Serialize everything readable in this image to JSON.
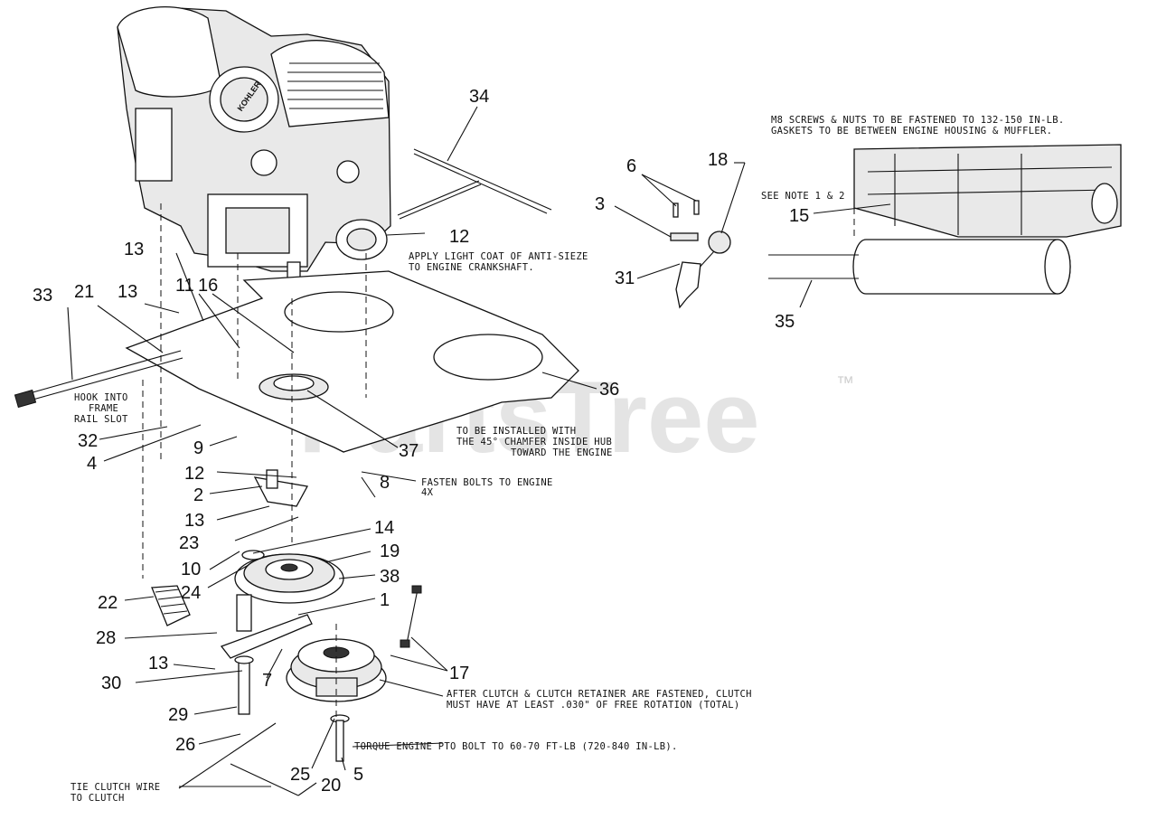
{
  "watermark": {
    "brand": "PartsTree",
    "trademark": "™"
  },
  "callouts": [
    {
      "id": "c1",
      "text": "1"
    },
    {
      "id": "c2",
      "text": "2"
    },
    {
      "id": "c3",
      "text": "3"
    },
    {
      "id": "c4",
      "text": "4"
    },
    {
      "id": "c5",
      "text": "5"
    },
    {
      "id": "c6",
      "text": "6"
    },
    {
      "id": "c7",
      "text": "7"
    },
    {
      "id": "c8",
      "text": "8"
    },
    {
      "id": "c9",
      "text": "9"
    },
    {
      "id": "c10",
      "text": "10"
    },
    {
      "id": "c11",
      "text": "11"
    },
    {
      "id": "c12a",
      "text": "12"
    },
    {
      "id": "c12b",
      "text": "12"
    },
    {
      "id": "c13a",
      "text": "13"
    },
    {
      "id": "c13b",
      "text": "13"
    },
    {
      "id": "c13c",
      "text": "13"
    },
    {
      "id": "c13d",
      "text": "13"
    },
    {
      "id": "c14",
      "text": "14"
    },
    {
      "id": "c15",
      "text": "15"
    },
    {
      "id": "c16",
      "text": "16"
    },
    {
      "id": "c17",
      "text": "17"
    },
    {
      "id": "c18",
      "text": "18"
    },
    {
      "id": "c19",
      "text": "19"
    },
    {
      "id": "c20",
      "text": "20"
    },
    {
      "id": "c21",
      "text": "21"
    },
    {
      "id": "c22",
      "text": "22"
    },
    {
      "id": "c23",
      "text": "23"
    },
    {
      "id": "c24",
      "text": "24"
    },
    {
      "id": "c25",
      "text": "25"
    },
    {
      "id": "c26",
      "text": "26"
    },
    {
      "id": "c28",
      "text": "28"
    },
    {
      "id": "c29",
      "text": "29"
    },
    {
      "id": "c30",
      "text": "30"
    },
    {
      "id": "c31",
      "text": "31"
    },
    {
      "id": "c32",
      "text": "32"
    },
    {
      "id": "c33",
      "text": "33"
    },
    {
      "id": "c34",
      "text": "34"
    },
    {
      "id": "c35",
      "text": "35"
    },
    {
      "id": "c36",
      "text": "36"
    },
    {
      "id": "c37",
      "text": "37"
    },
    {
      "id": "c38",
      "text": "38"
    }
  ],
  "notes": {
    "muffler_1": "M8 SCREWS & NUTS TO BE FASTENED TO 132-150 IN-LB.",
    "muffler_2": "GASKETS TO BE BETWEEN ENGINE HOUSING & MUFFLER.",
    "see_note": "SEE NOTE 1 & 2",
    "antiseize_1": "APPLY LIGHT COAT OF ANTI-SIEZE",
    "antiseize_2": "TO ENGINE CRANKSHAFT.",
    "hook_1": "HOOK INTO",
    "hook_2": "FRAME",
    "hook_3": "RAIL SLOT",
    "install_1": "TO BE INSTALLED WITH",
    "install_2": "THE 45° CHAMFER INSIDE HUB",
    "install_3": "TOWARD THE ENGINE",
    "fasten_1": "FASTEN BOLTS TO ENGINE",
    "fasten_2": "4X",
    "clutch_1": "AFTER CLUTCH & CLUTCH RETAINER ARE FASTENED, CLUTCH",
    "clutch_2": "MUST HAVE AT LEAST .030\" OF FREE ROTATION (TOTAL)",
    "torque": "TORQUE ENGINE PTO BOLT TO 60-70 FT-LB (720-840 IN-LB).",
    "tie_1": "TIE CLUTCH WIRE",
    "tie_2": "TO CLUTCH"
  },
  "engine_brand": "KOHLER"
}
